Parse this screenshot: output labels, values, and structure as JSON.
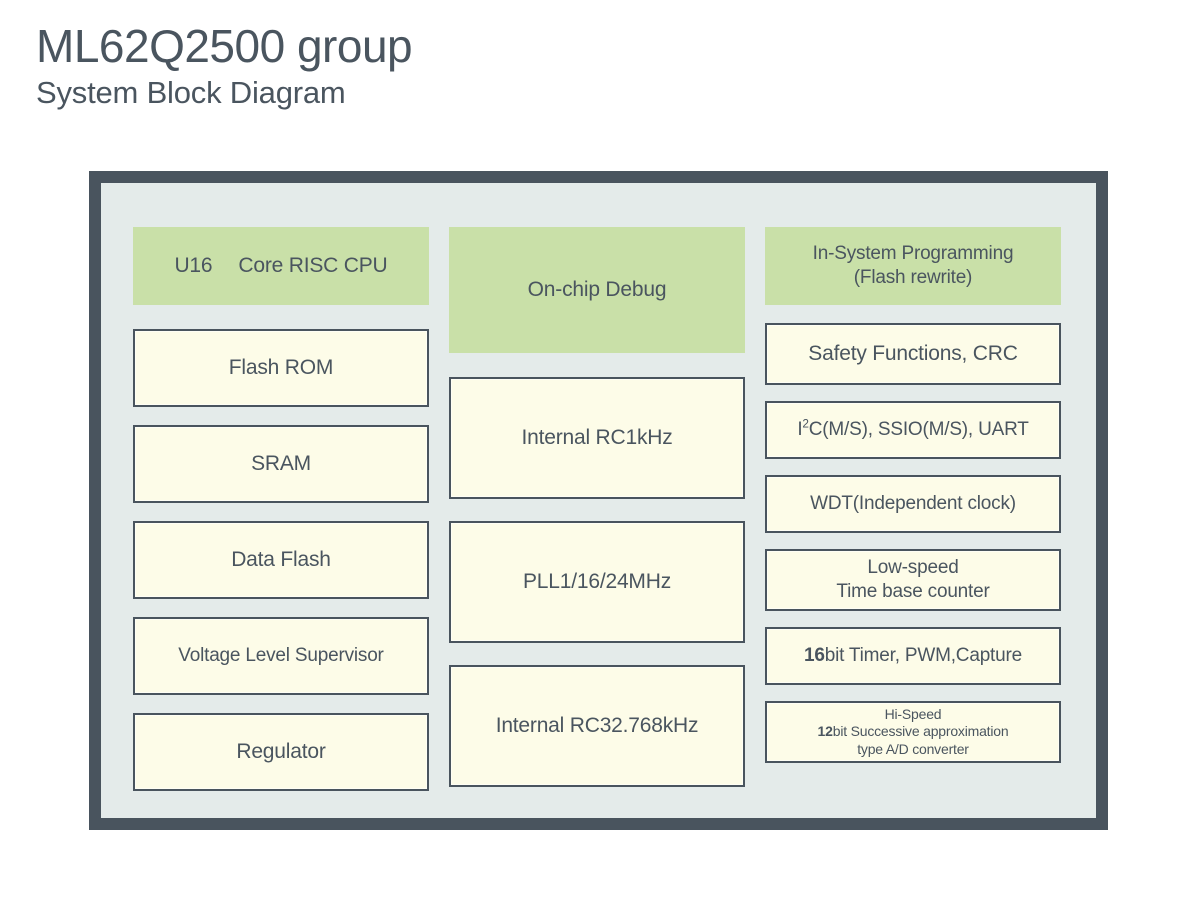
{
  "title": {
    "main": "ML62Q2500 group",
    "sub": "System Block Diagram"
  },
  "colors": {
    "frame_border": "#49545e",
    "diagram_background": "#e4ebea",
    "green_block": "#c9e0a8",
    "cream_block": "#fdfce8",
    "block_border": "#49545e",
    "text": "#4a555f",
    "page_background": "#ffffff"
  },
  "diagram": {
    "columns": [
      {
        "name": "left",
        "blocks": [
          {
            "id": "core-cpu",
            "label": "U16",
            "label2": "Core RISC CPU",
            "style": "green"
          },
          {
            "id": "flash-rom",
            "label": "Flash ROM",
            "style": "cream"
          },
          {
            "id": "sram",
            "label": "SRAM",
            "style": "cream"
          },
          {
            "id": "data-flash",
            "label": "Data Flash",
            "style": "cream"
          },
          {
            "id": "voltage-supervisor",
            "label": "Voltage Level Supervisor",
            "style": "cream"
          },
          {
            "id": "regulator",
            "label": "Regulator",
            "style": "cream"
          }
        ]
      },
      {
        "name": "middle",
        "blocks": [
          {
            "id": "on-chip-debug",
            "label": "On-chip Debug",
            "style": "green"
          },
          {
            "id": "internal-rc-1khz",
            "label": "Internal RC1kHz",
            "style": "cream"
          },
          {
            "id": "pll",
            "label": "PLL1/16/24MHz",
            "style": "cream"
          },
          {
            "id": "internal-rc-32khz",
            "label": "Internal RC32.768kHz",
            "style": "cream"
          }
        ]
      },
      {
        "name": "right",
        "blocks": [
          {
            "id": "in-system-programming",
            "line1": "In-System Programming",
            "line2": "(Flash rewrite)",
            "style": "green"
          },
          {
            "id": "safety-functions",
            "label": "Safety Functions, CRC",
            "style": "cream"
          },
          {
            "id": "serial-interfaces",
            "label_pre": "I",
            "label_sup": "2",
            "label_post": "C(M/S), SSIO(M/S), UART",
            "style": "cream"
          },
          {
            "id": "watchdog-timer",
            "label": "WDT(Independent clock)",
            "style": "cream"
          },
          {
            "id": "low-speed-counter",
            "line1": "Low-speed",
            "line2": "Time base counter",
            "style": "cream"
          },
          {
            "id": "timer-pwm-capture",
            "label_bold": "16",
            "label_rest": "bit Timer, PWM,Capture",
            "style": "cream"
          },
          {
            "id": "ad-converter",
            "line1": "Hi-Speed",
            "line2_bold": "12",
            "line2_rest": "bit Successive approximation",
            "line3": "type A/D converter",
            "style": "cream"
          }
        ]
      }
    ]
  }
}
